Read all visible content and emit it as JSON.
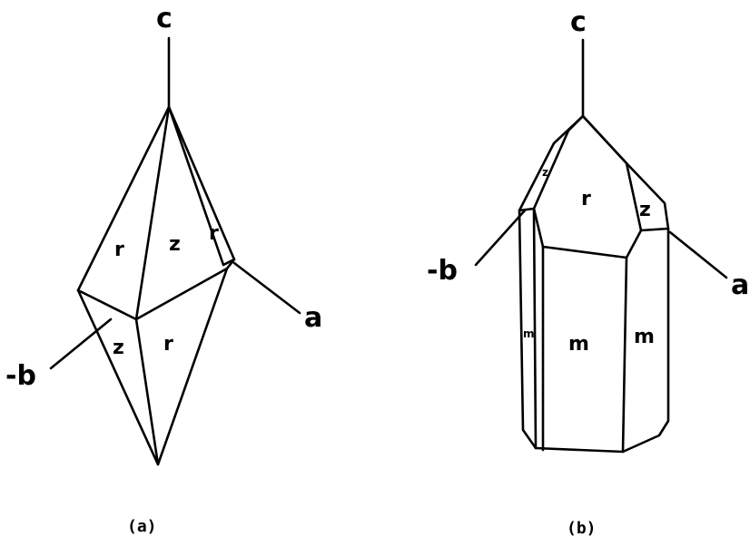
{
  "figure_a": {
    "axis_labels": {
      "c": "c",
      "neg_b": "-b",
      "a": "a"
    },
    "face_labels": {
      "r_upper_left": "r",
      "z_upper": "z",
      "r_upper_right": "r",
      "z_lower": "z",
      "r_lower": "r"
    },
    "caption": "(a)"
  },
  "figure_b": {
    "axis_labels": {
      "c": "c",
      "neg_b": "-b",
      "a": "a"
    },
    "face_labels": {
      "z_upper_left": "z",
      "r_upper": "r",
      "z_upper_right": "z",
      "m_left": "m",
      "m_center": "m",
      "m_right": "m"
    },
    "caption": "(b)"
  }
}
